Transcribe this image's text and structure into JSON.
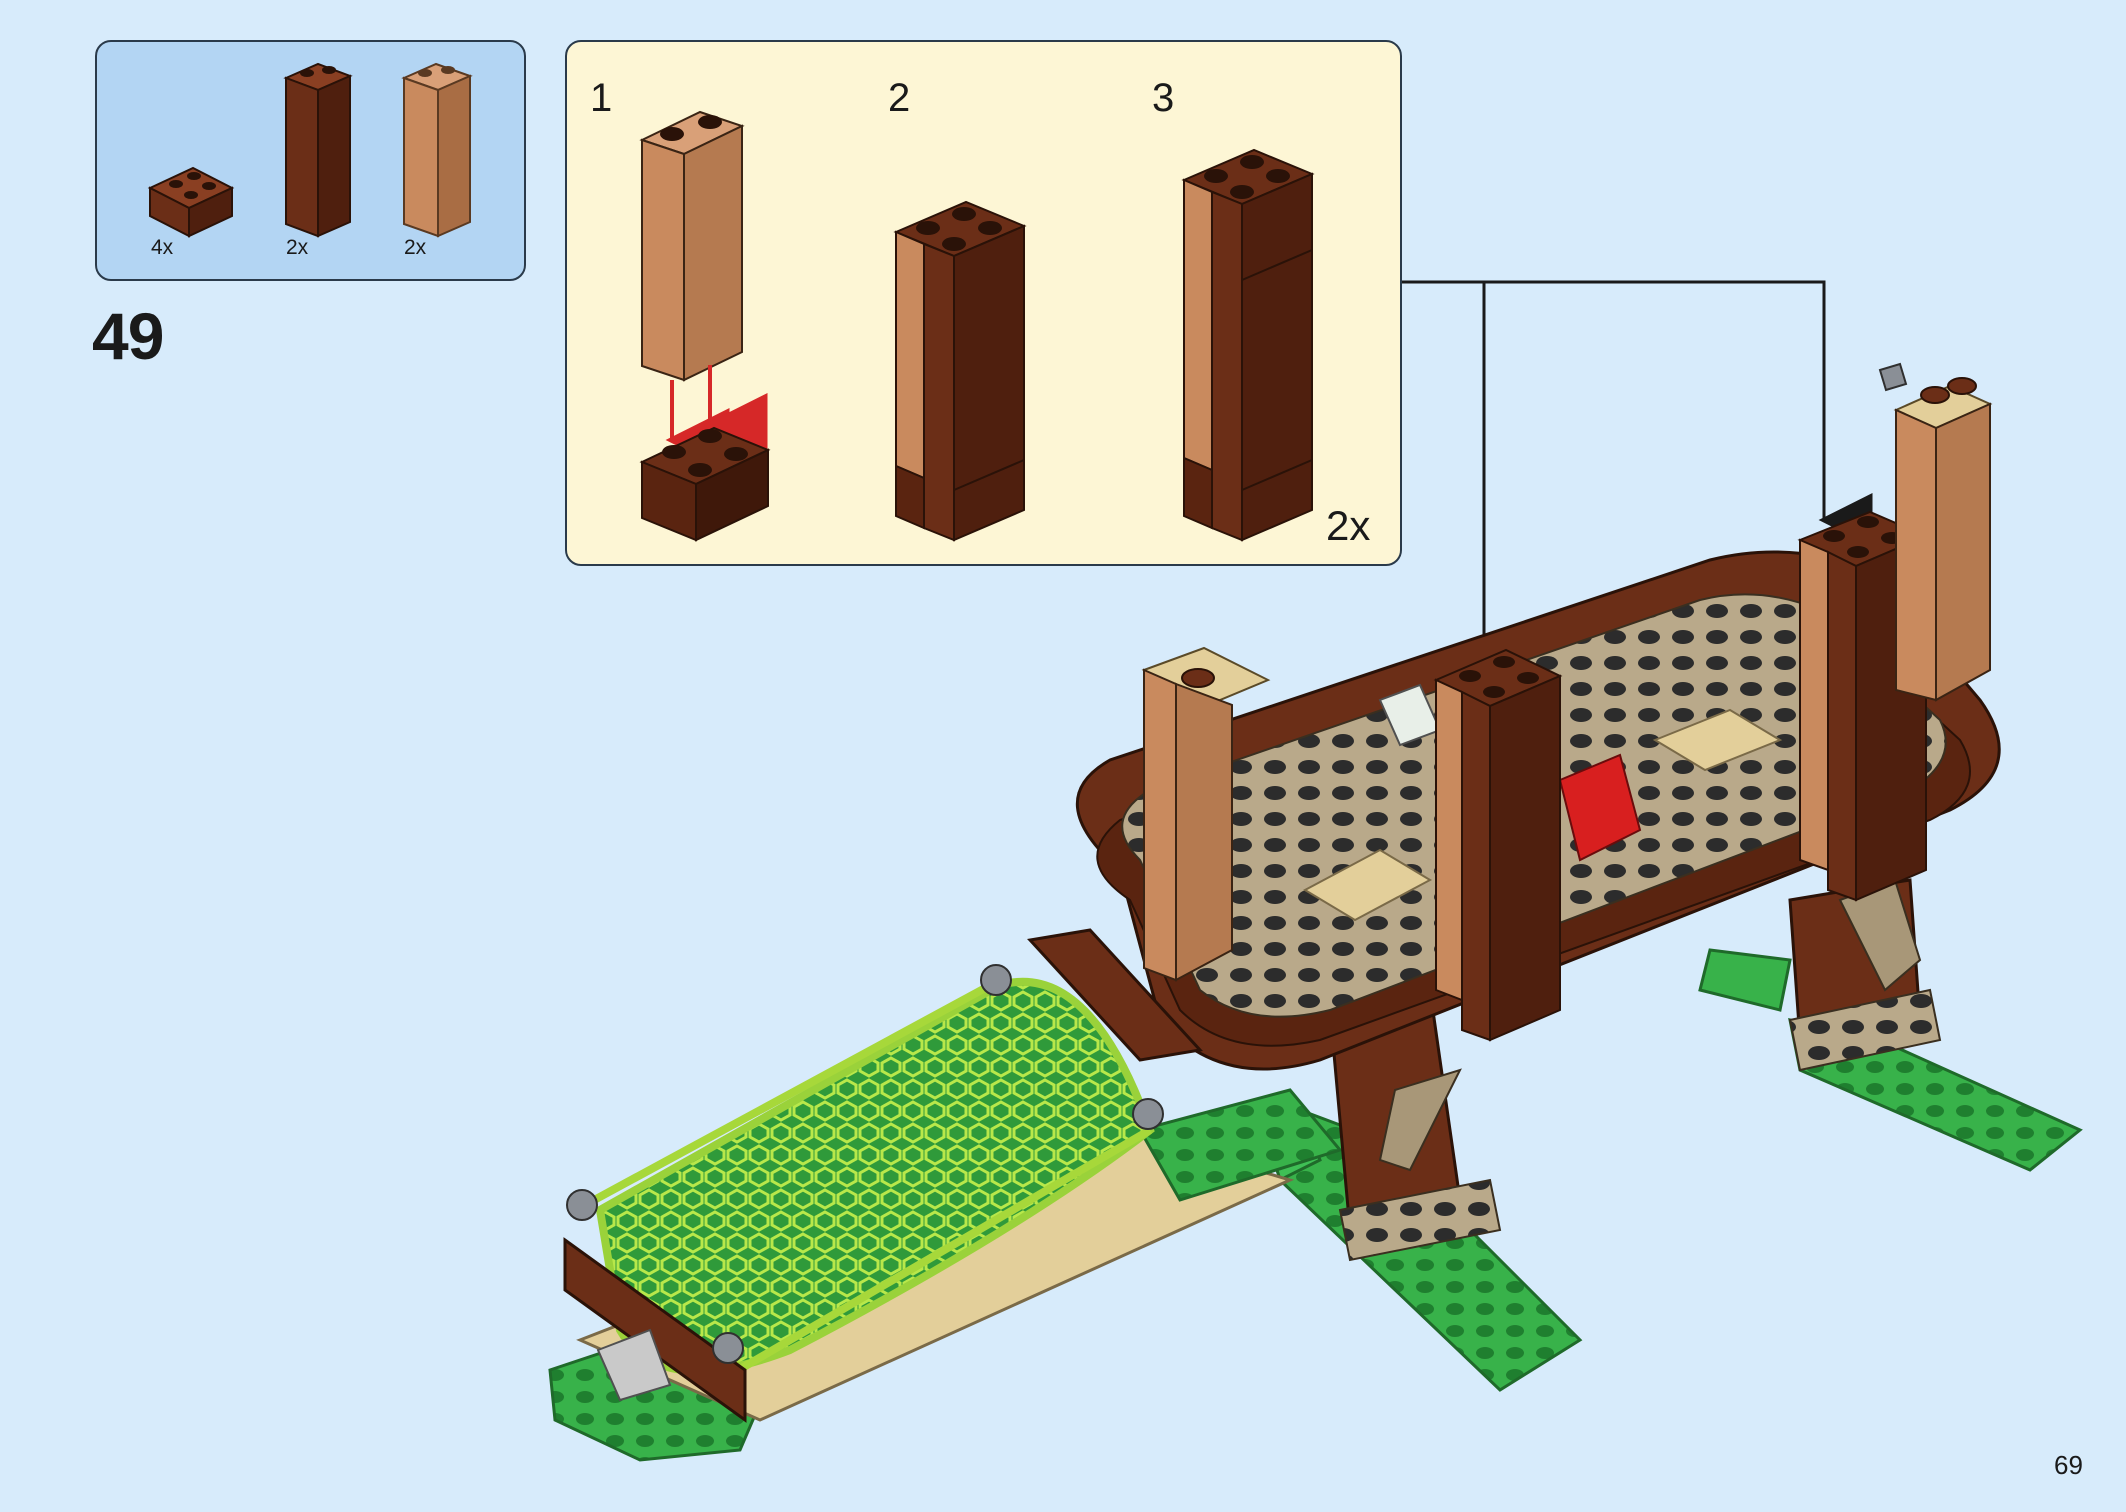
{
  "step": {
    "number": "49"
  },
  "parts": [
    {
      "name": "brick-2x2-reddish-brown",
      "quantity": "4x"
    },
    {
      "name": "brick-1x2x3-reddish-brown",
      "quantity": "2x"
    },
    {
      "name": "brick-1x2x3-medium-nougat",
      "quantity": "2x"
    }
  ],
  "substeps": [
    {
      "number": "1"
    },
    {
      "number": "2"
    },
    {
      "number": "3"
    }
  ],
  "substep_multiplier": "2x",
  "page": {
    "number": "69"
  },
  "colors": {
    "background": "#d7ebfb",
    "parts_box": "#b3d5f3",
    "substep_box": "#fdf6d5",
    "reddish_brown": "#6b2e17",
    "medium_nougat": "#c98a5e",
    "tan": "#e3cf9a",
    "dark_tan": "#a89778",
    "bright_green": "#38b24a",
    "lime": "#a7d83a",
    "red": "#d81f1f",
    "arrow_red": "#d62828"
  }
}
